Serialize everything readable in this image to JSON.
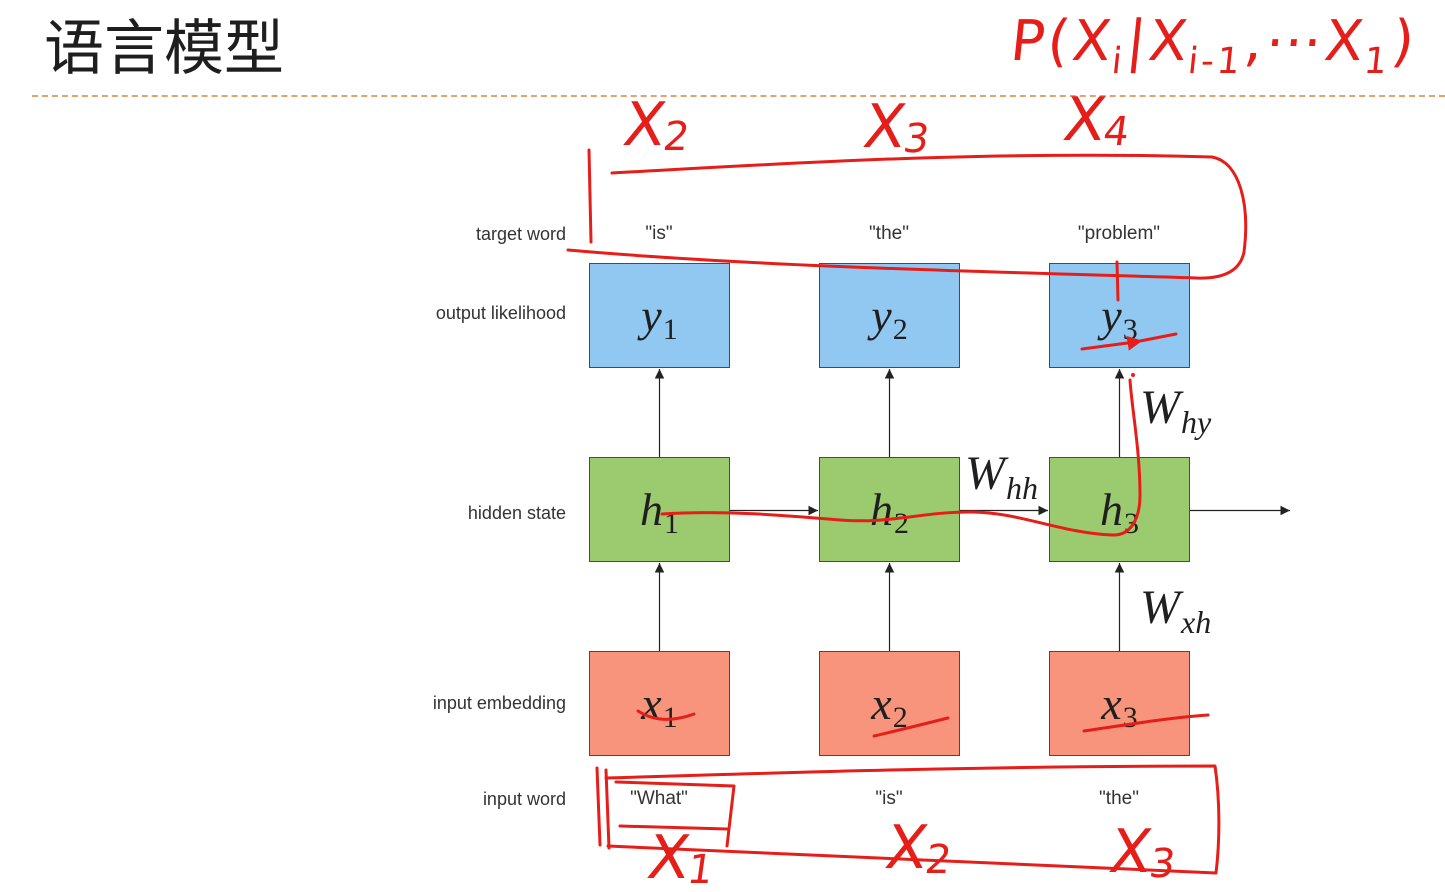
{
  "slide": {
    "title": "语言模型"
  },
  "colors": {
    "output_box": "#91C8F2",
    "hidden_box": "#9BCB6E",
    "input_box": "#F7947B",
    "annotation_red": "#E61E1A",
    "dashed_rule": "#E0A46C"
  },
  "row_labels": {
    "target_word": "target word",
    "output_likelihood": "output likelihood",
    "hidden_state": "hidden state",
    "input_embedding": "input embedding",
    "input_word": "input word"
  },
  "target_words": [
    "\"is\"",
    "\"the\"",
    "\"problem\""
  ],
  "output_nodes": [
    {
      "base": "y",
      "sub": "1"
    },
    {
      "base": "y",
      "sub": "2"
    },
    {
      "base": "y",
      "sub": "3"
    }
  ],
  "hidden_nodes": [
    {
      "base": "h",
      "sub": "1"
    },
    {
      "base": "h",
      "sub": "2"
    },
    {
      "base": "h",
      "sub": "3"
    }
  ],
  "input_nodes": [
    {
      "base": "x",
      "sub": "1"
    },
    {
      "base": "x",
      "sub": "2"
    },
    {
      "base": "x",
      "sub": "3"
    }
  ],
  "input_words": [
    "\"What\"",
    "\"is\"",
    "\"the\""
  ],
  "weights": {
    "hy": {
      "base": "W",
      "sub": "hy"
    },
    "hh": {
      "base": "W",
      "sub": "hh"
    },
    "xh": {
      "base": "W",
      "sub": "xh"
    }
  },
  "annotations": {
    "formula": {
      "t1": "P(X",
      "s1": "i",
      "t2": "|X",
      "s2": "i-1",
      "t3": ",⋯X",
      "s3": "1",
      "t4": ")"
    },
    "target_tokens": [
      {
        "base": "X",
        "sub": "2"
      },
      {
        "base": "X",
        "sub": "3"
      },
      {
        "base": "X",
        "sub": "4"
      }
    ],
    "input_tokens": [
      {
        "base": "X",
        "sub": "1"
      },
      {
        "base": "X",
        "sub": "2"
      },
      {
        "base": "X",
        "sub": "3"
      }
    ]
  }
}
